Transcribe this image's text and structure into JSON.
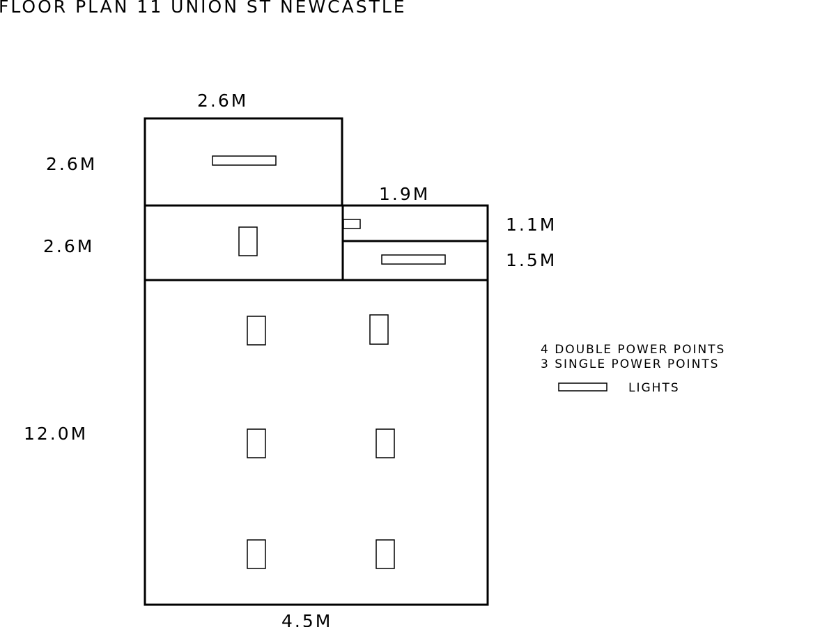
{
  "title": "FLOOR PLAN 11 UNION ST NEWCASTLE",
  "dimensions": {
    "top_width": "2.6M",
    "top_height": "2.6M",
    "middle_height": "2.6M",
    "side_width": "1.9M",
    "side_upper_height": "1.1M",
    "side_lower_height": "1.5M",
    "main_height": "12.0M",
    "bottom_width": "4.5M"
  },
  "legend": {
    "double_power_points": "4 DOUBLE POWER POINTS",
    "single_power_points": "3 SINGLE  POWER POINTS",
    "lights": "LIGHTS"
  },
  "colors": {
    "line": "#000000",
    "background": "#ffffff"
  }
}
